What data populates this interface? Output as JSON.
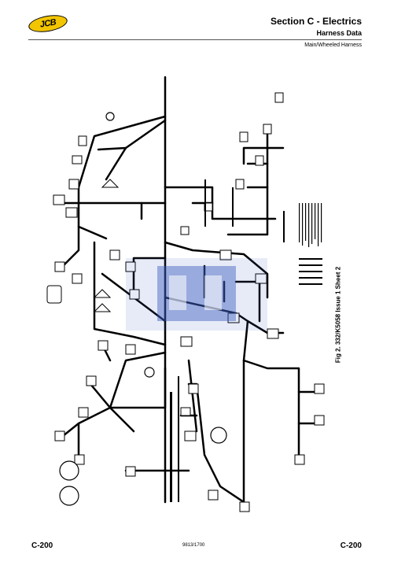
{
  "header": {
    "section_title": "Section C - Electrics",
    "subsection_title": "Harness Data",
    "harness_label": "Main/Wheeled Harness"
  },
  "logo": {
    "text": "JCB",
    "color": "#f2c500"
  },
  "figure": {
    "caption": "Fig 2. 332/K5058 Issue 1 Sheet 2"
  },
  "footer": {
    "page_left": "C-200",
    "doc_number": "9813/1700",
    "page_right": "C-200"
  },
  "watermark": {
    "color": "#3a5bbf"
  }
}
